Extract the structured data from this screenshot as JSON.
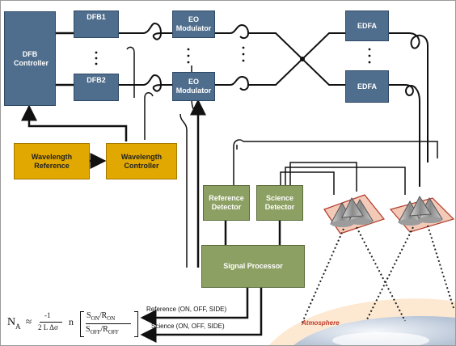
{
  "blocks": {
    "dfb_controller": "DFB Controller",
    "dfb1": "DFB1",
    "dfb2": "DFB2",
    "eo1": "EO Modulator",
    "eo2": "EO Modulator",
    "edfa1": "EDFA",
    "edfa2": "EDFA",
    "wavelength_reference": "Wavelength Reference",
    "wavelength_controller": "Wavelength Controller",
    "reference_detector": "Reference Detector",
    "science_detector": "Science Detector",
    "signal_processor": "Signal Processor"
  },
  "labels": {
    "reference_signal": "Reference (ON, OFF, SIDE)",
    "science_signal": "Science (ON, OFF, SIDE)",
    "atmosphere": "Atmosphere"
  },
  "equation": {
    "lhs": "N",
    "lhs_sub": "A",
    "approx": "≈",
    "frac_num": "-1",
    "frac_den": "2 L Δσ",
    "ln": "n",
    "top_s": "S",
    "top_s_sub": "ON",
    "top_r": "/R",
    "top_r_sub": "ON",
    "bot_s": "S",
    "bot_s_sub": "OFF",
    "bot_r": "/R",
    "bot_r_sub": "OFF"
  },
  "colors": {
    "navy_block": "#4f6d8c",
    "gold_block": "#e0a800",
    "green_block": "#8da063",
    "atmosphere_text": "#c0392b"
  }
}
